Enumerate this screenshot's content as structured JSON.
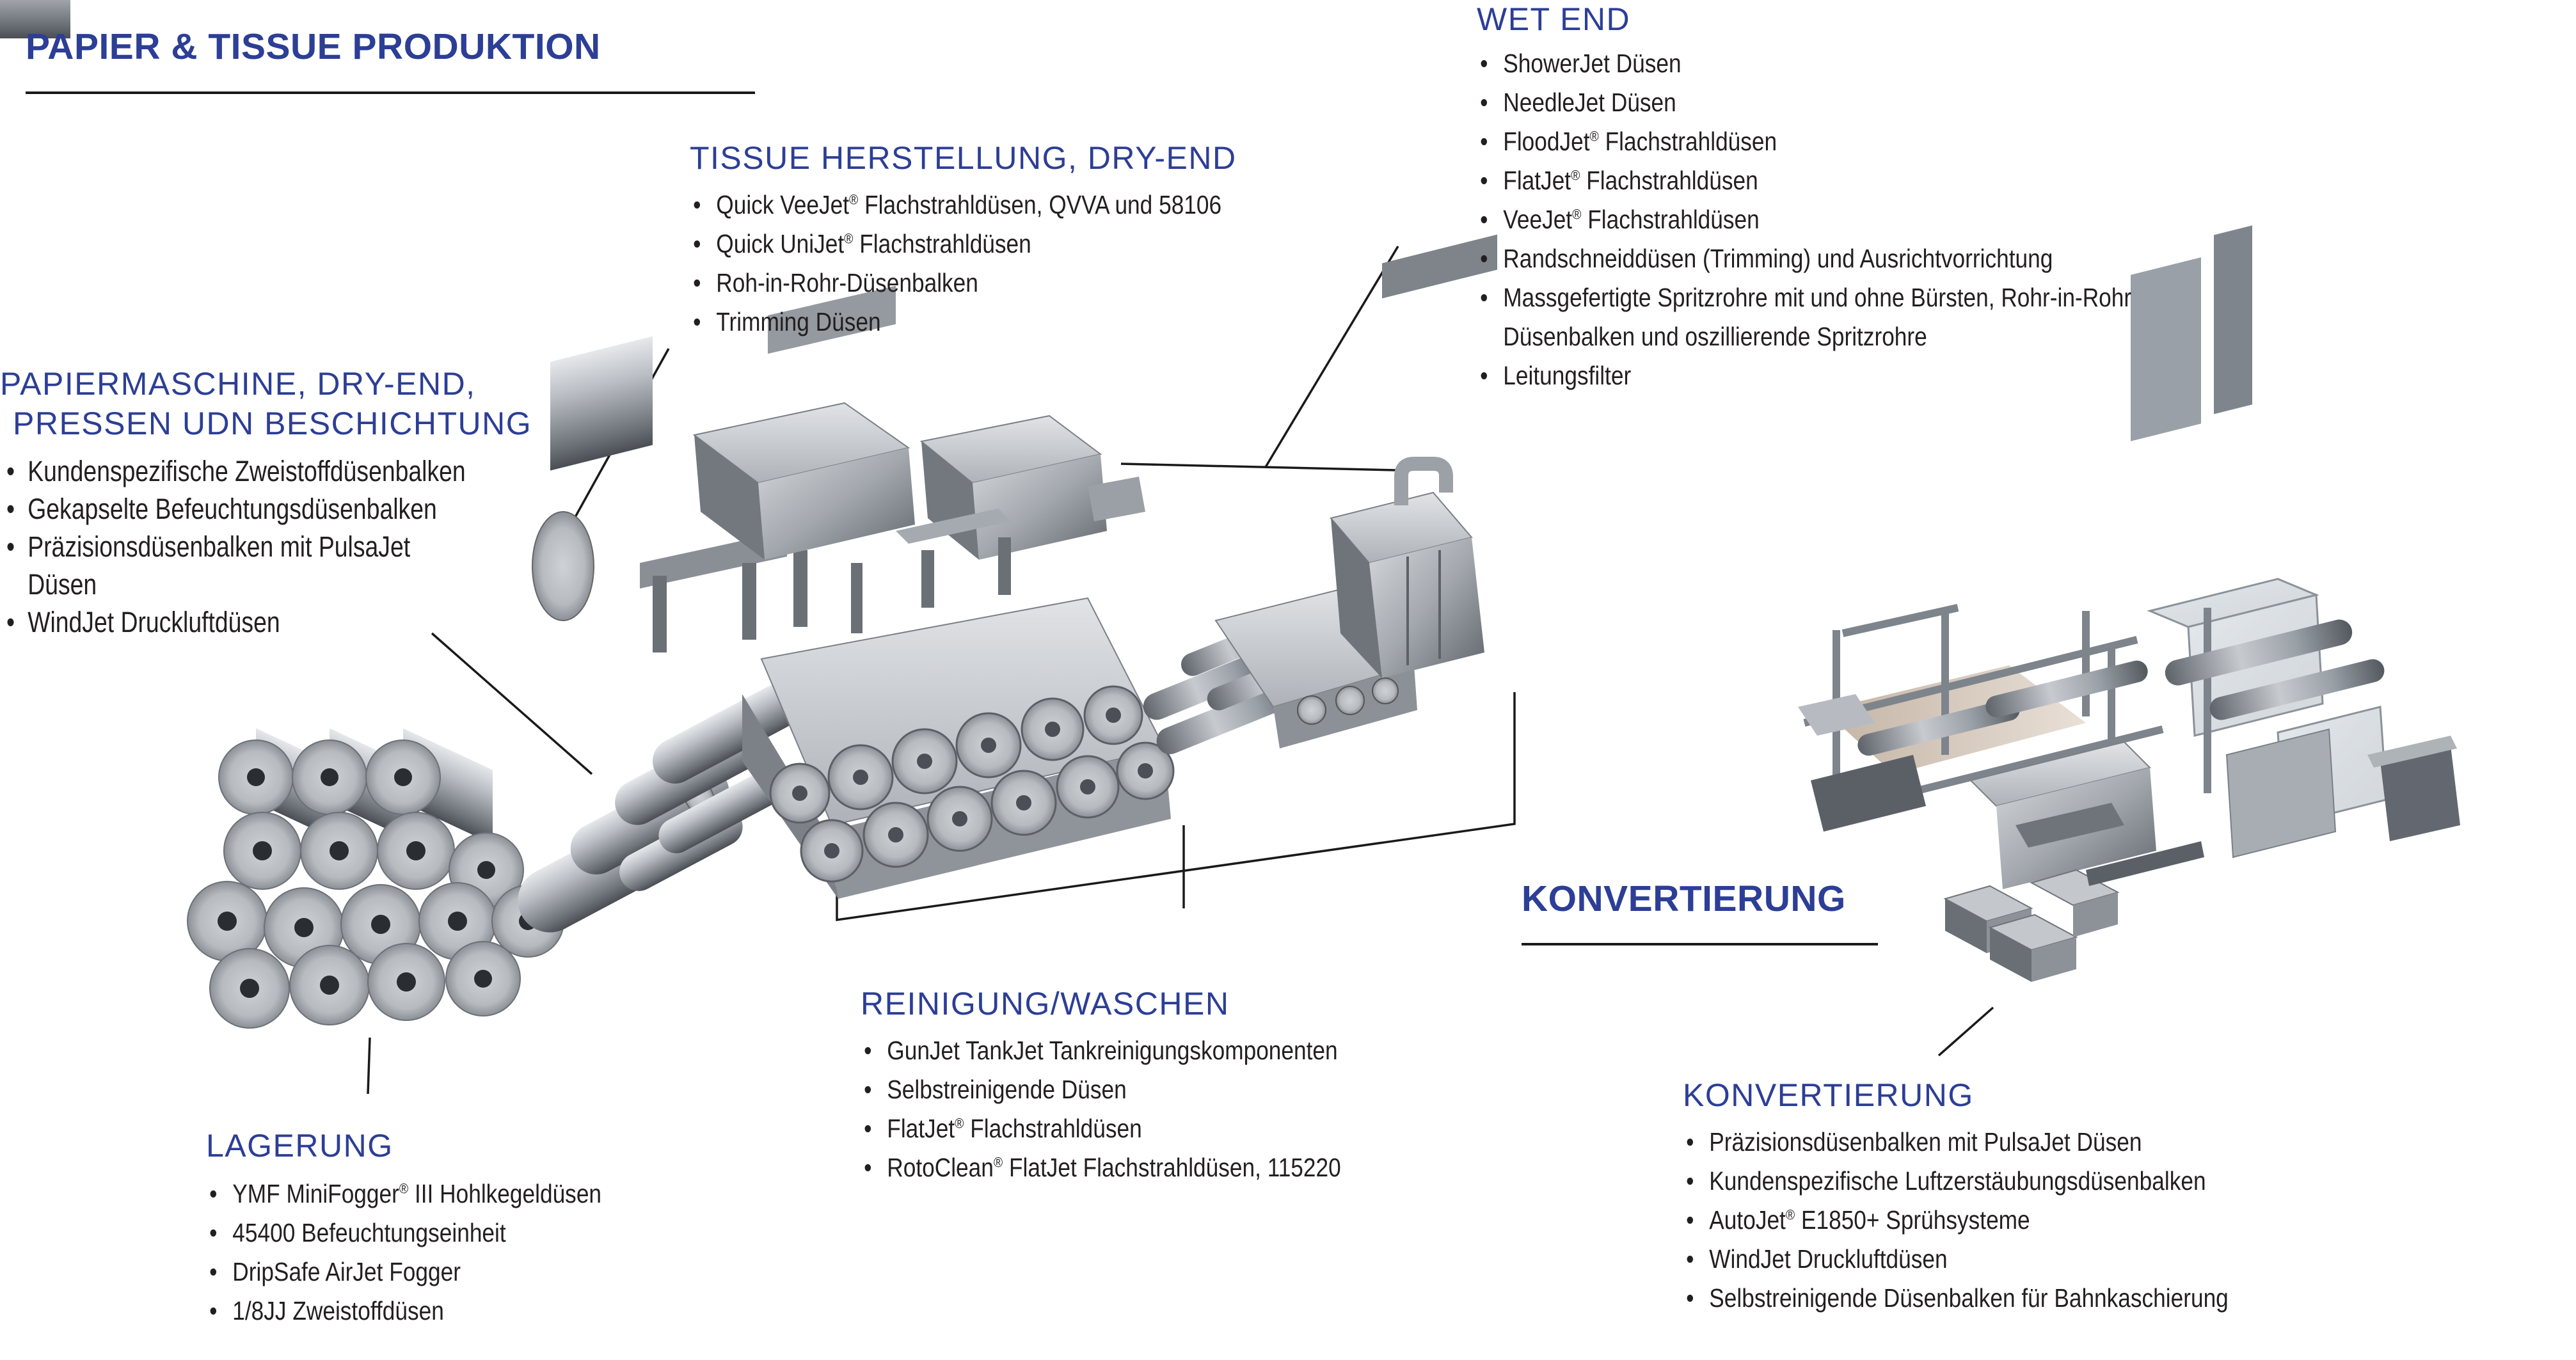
{
  "header": {
    "title": "PAPIER & TISSUE PRODUKTION"
  },
  "sections": {
    "wet_end": {
      "title": "WET END",
      "items": [
        {
          "text": "ShowerJet Düsen"
        },
        {
          "text": "NeedleJet Düsen"
        },
        {
          "pre": "FloodJet",
          "sup": "®",
          "post": " Flachstrahldüsen"
        },
        {
          "pre": "FlatJet",
          "sup": "®",
          "post": " Flachstrahldüsen"
        },
        {
          "pre": "VeeJet",
          "sup": "®",
          "post": " Flachstrahldüsen"
        },
        {
          "text": "Randschneiddüsen (Trimming) und Ausrichtvorrichtung"
        },
        {
          "text": "Massgefertigte Spritzrohre mit und ohne Bürsten, Rohr-in-Rohr",
          "cont": "Düsenbalken und oszillierende Spritzrohre"
        },
        {
          "text": "Leitungsfilter"
        }
      ]
    },
    "tissue": {
      "title": "TISSUE HERSTELLUNG, DRY-END",
      "items": [
        {
          "pre": "Quick VeeJet",
          "sup": "®",
          "post": " Flachstrahldüsen, QVVA und 58106"
        },
        {
          "pre": "Quick UniJet",
          "sup": "®",
          "post": " Flachstrahldüsen"
        },
        {
          "text": "Roh-in-Rohr-Düsenbalken"
        },
        {
          "text": "Trimming Düsen"
        }
      ]
    },
    "papiermaschine": {
      "title_line1": "PAPIERMASCHINE, DRY-END,",
      "title_line2": "PRESSEN UDN BESCHICHTUNG",
      "items": [
        {
          "text": "Kundenspezifische Zweistoffdüsenbalken"
        },
        {
          "text": "Gekapselte Befeuchtungsdüsenbalken"
        },
        {
          "text": "Präzisionsdüsenbalken mit PulsaJet",
          "cont": "Düsen"
        },
        {
          "text": "WindJet Druckluftdüsen"
        }
      ]
    },
    "reinigung": {
      "title": "REINIGUNG/WASCHEN",
      "items": [
        {
          "text": "GunJet TankJet Tankreinigungskomponenten"
        },
        {
          "text": "Selbstreinigende Düsen"
        },
        {
          "pre": "FlatJet",
          "sup": "®",
          "post": " Flachstrahldüsen"
        },
        {
          "pre": "RotoClean",
          "sup": "®",
          "post": " FlatJet Flachstrahldüsen, 115220"
        }
      ]
    },
    "lagerung": {
      "title": "LAGERUNG",
      "items": [
        {
          "pre": "YMF MiniFogger",
          "sup": "®",
          "post": " III Hohlkegeldüsen"
        },
        {
          "text": "45400 Befeuchtungseinheit"
        },
        {
          "text": "DripSafe AirJet Fogger"
        },
        {
          "text": "1/8JJ Zweistoffdüsen"
        }
      ]
    },
    "konvertierung_header": {
      "title": "KONVERTIERUNG"
    },
    "konvertierung": {
      "title": "KONVERTIERUNG",
      "items": [
        {
          "text": "Präzisionsdüsenbalken mit PulsaJet Düsen"
        },
        {
          "text": "Kundenspezifische Luftzerstäubungsdüsenbalken"
        },
        {
          "pre": "AutoJet",
          "sup": "®",
          "post": " E1850+ Sprühsysteme"
        },
        {
          "text": "WindJet Druckluftdüsen"
        },
        {
          "text": "Selbstreinigende Düsenbalken für Bahnkaschierung"
        }
      ]
    }
  },
  "colors": {
    "title_blue": "#2c3e96",
    "text": "#231f20",
    "rule": "#1a1a1a",
    "metal_light": "#c9ccd1",
    "metal_mid": "#8d9299",
    "metal_dark": "#4d5259"
  },
  "illustration": {
    "name": "paper-and-tissue-production-line",
    "stations": [
      "storage-rolls",
      "dry-end-cylinders",
      "wet-end-former",
      "tissue-machine",
      "converting-line"
    ]
  }
}
